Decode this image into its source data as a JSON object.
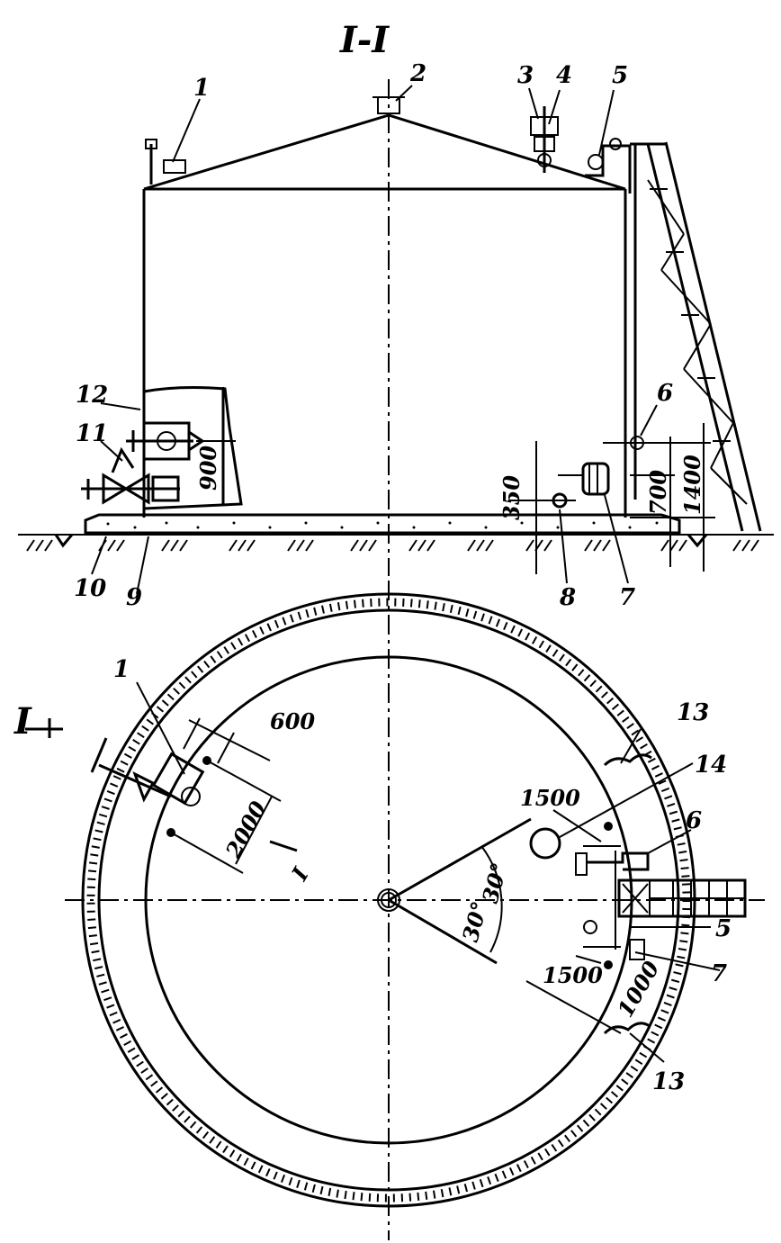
{
  "section_title": "I-I",
  "plan_section_mark_left": "I",
  "plan_section_mark_right": "I",
  "elevation_labels": {
    "l1": "1",
    "l2": "2",
    "l3": "3",
    "l4": "4",
    "l5": "5",
    "l6": "6",
    "l7": "7",
    "l8": "8",
    "l9": "9",
    "l10": "10",
    "l11": "11",
    "l12": "12"
  },
  "elevation_dims": {
    "d900": "900",
    "d350": "350",
    "d700": "700",
    "d1400": "1400"
  },
  "plan_labels": {
    "p1": "1",
    "p5": "5",
    "p6": "6",
    "p7": "7",
    "p13a": "13",
    "p13b": "13",
    "p14": "14"
  },
  "plan_dims": {
    "d600": "600",
    "d2000": "2000",
    "d1500a": "1500",
    "d1500b": "1500",
    "d1000": "1000",
    "a30a": "30°",
    "a30b": "30°"
  }
}
